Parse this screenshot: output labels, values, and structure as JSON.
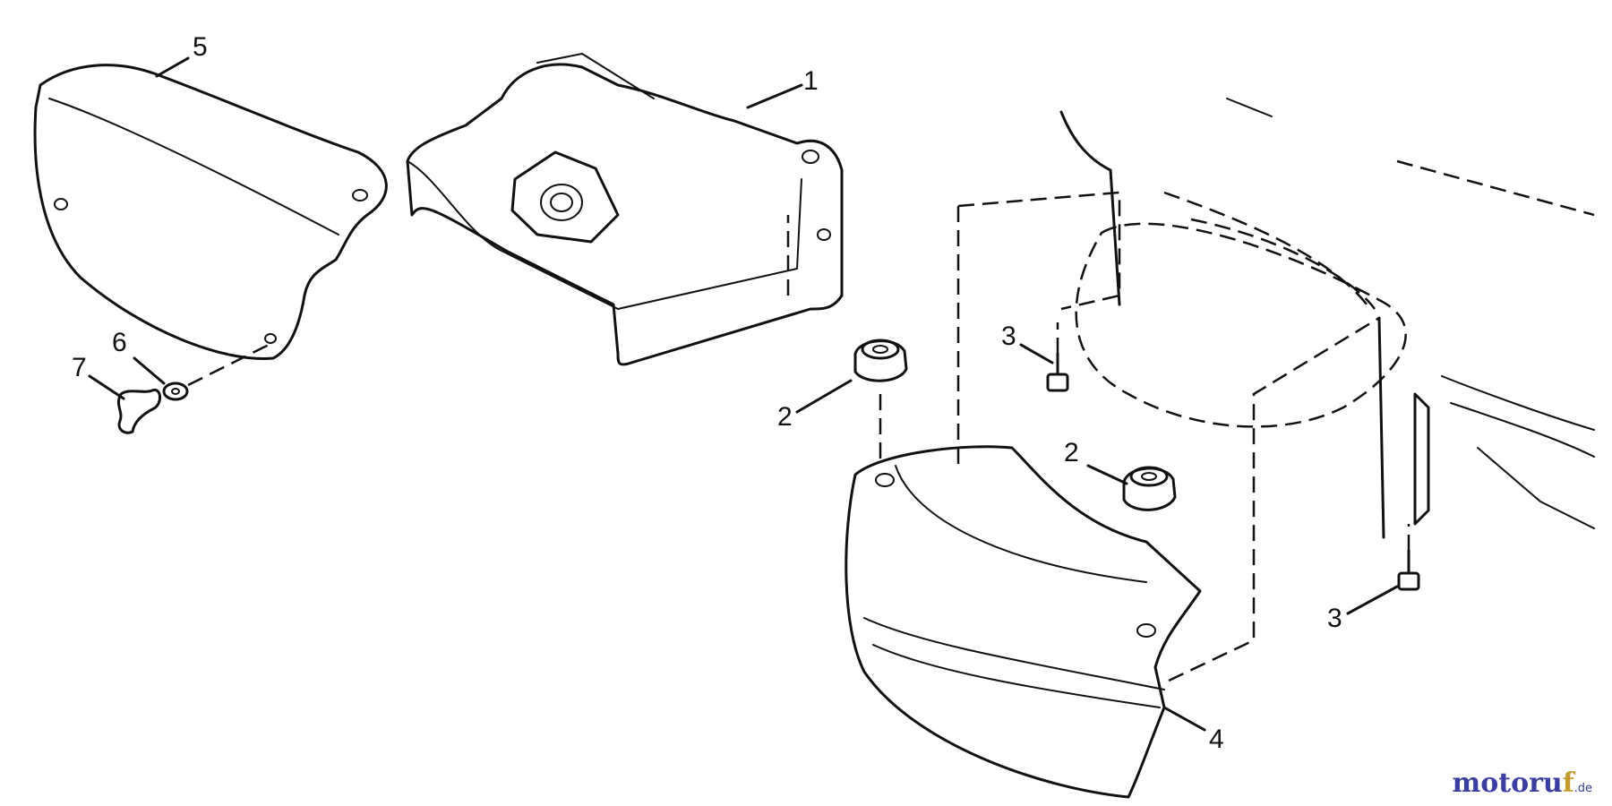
{
  "callouts": {
    "c1": "1",
    "c2a": "2",
    "c2b": "2",
    "c3a": "3",
    "c3b": "3",
    "c4": "4",
    "c5": "5",
    "c6": "6",
    "c7": "7"
  },
  "logo": {
    "main": "motoru",
    "accent": "f",
    "tld": ".de",
    "color_main": "#3a3ea0",
    "color_accent": "#c39a2e"
  }
}
